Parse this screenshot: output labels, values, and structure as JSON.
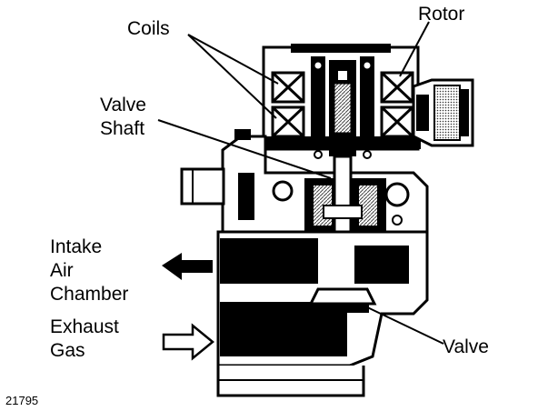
{
  "labels": {
    "coils": "Coils",
    "rotor": "Rotor",
    "valve_shaft_line1": "Valve",
    "valve_shaft_line2": "Shaft",
    "intake_line1": "Intake",
    "intake_line2": "Air",
    "intake_line3": "Chamber",
    "exhaust_line1": "Exhaust",
    "exhaust_line2": "Gas",
    "valve": "Valve",
    "figure_number": "21795"
  },
  "colors": {
    "ink": "#000000",
    "paper": "#ffffff",
    "hatch": "#555555"
  }
}
